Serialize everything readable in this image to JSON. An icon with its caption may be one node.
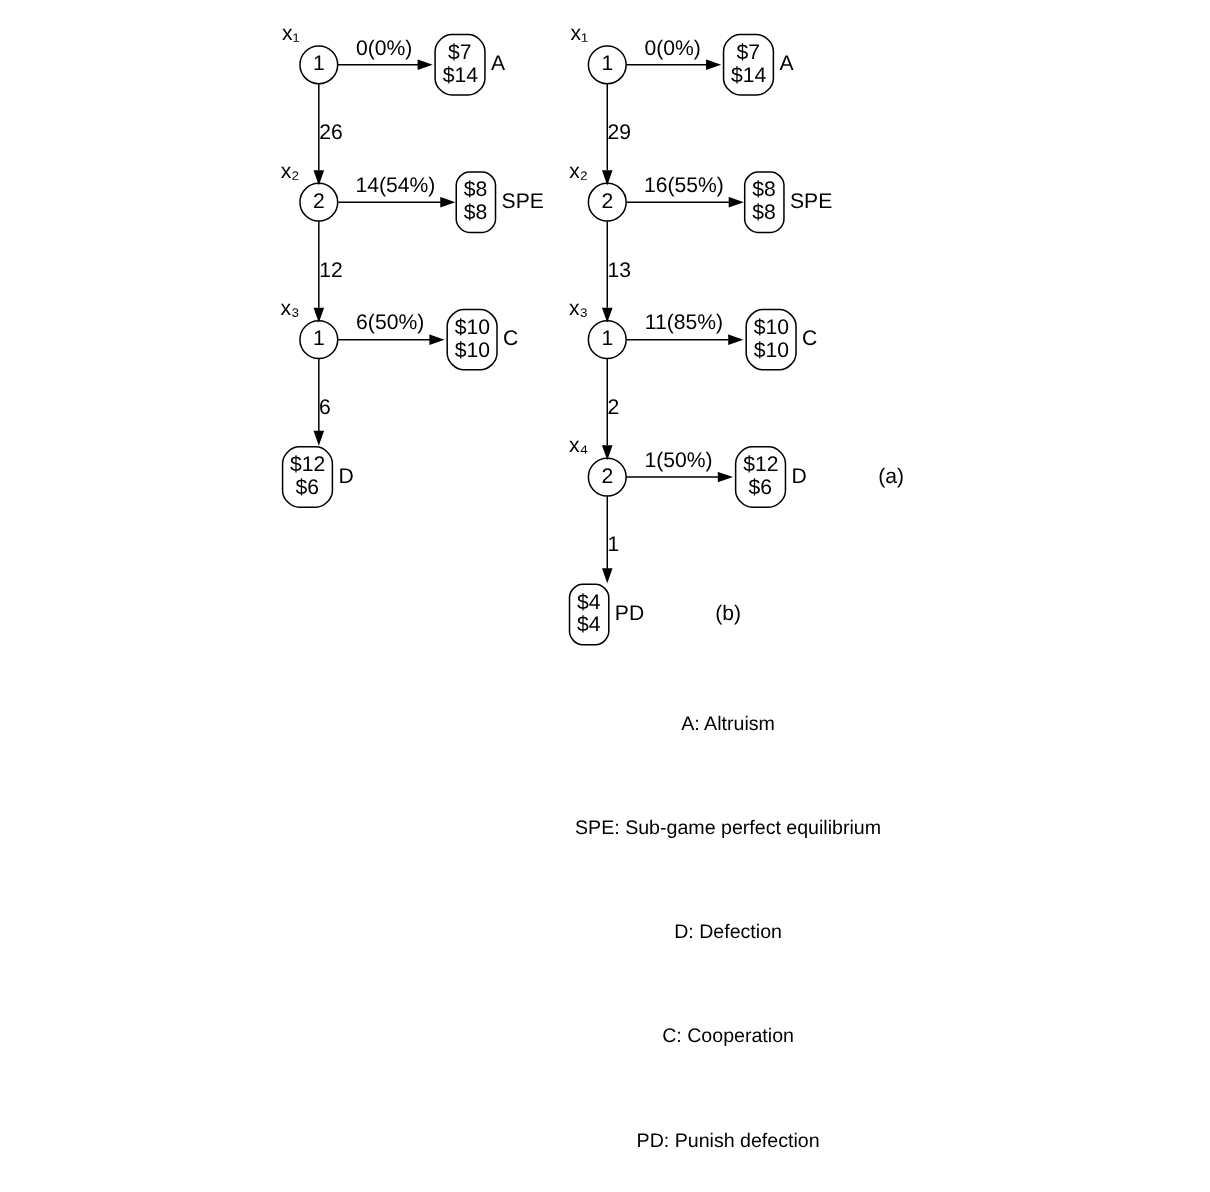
{
  "diagram": {
    "nodes": [
      {
        "text": [
          "1"
        ],
        "beside": [
          "x₁"
        ]
      },
      {
        "text": [
          "$7",
          "$14"
        ],
        "beside": [
          "A"
        ]
      },
      {
        "text": [
          "2"
        ],
        "beside": [
          "x₂"
        ]
      },
      {
        "text": [
          "$8",
          "$8"
        ],
        "beside": [
          "SPE"
        ]
      },
      {
        "text": [
          "1"
        ],
        "beside": [
          "x₃"
        ]
      },
      {
        "text": [
          "$10",
          "$10"
        ],
        "beside": [
          "C"
        ]
      },
      {
        "text": [
          "$12",
          "$6"
        ],
        "beside": [
          "D"
        ]
      },
      {
        "text": [
          "1"
        ],
        "beside": [
          "x₁"
        ]
      },
      {
        "text": [
          "$7",
          "$14"
        ],
        "beside": [
          "A"
        ]
      },
      {
        "text": [
          "2"
        ],
        "beside": [
          "x₂"
        ]
      },
      {
        "text": [
          "$8",
          "$8"
        ],
        "beside": [
          "SPE"
        ]
      },
      {
        "text": [
          "1"
        ],
        "beside": [
          "x₃"
        ]
      },
      {
        "text": [
          "$10",
          "$10"
        ],
        "beside": [
          "C"
        ]
      },
      {
        "text": [
          "2"
        ],
        "beside": [
          "x₄"
        ]
      },
      {
        "text": [
          "$12",
          "$6"
        ],
        "beside": [
          "D"
        ]
      },
      {
        "text": [
          "$4",
          "$4"
        ],
        "beside": [
          "PD"
        ]
      }
    ],
    "edges": [
      {
        "from": 0,
        "to": 1,
        "arrow": "to",
        "label": "0(0%)"
      },
      {
        "from": 0,
        "to": 2,
        "arrow": "to",
        "label": "26"
      },
      {
        "from": 2,
        "to": 3,
        "arrow": "to",
        "label": "14(54%)"
      },
      {
        "from": 2,
        "to": 4,
        "arrow": "to",
        "label": "12"
      },
      {
        "from": 4,
        "to": 5,
        "arrow": "to",
        "label": "6(50%)"
      },
      {
        "from": 4,
        "to": 6,
        "arrow": "to",
        "label": "6"
      },
      {
        "from": 7,
        "to": 8,
        "arrow": "to",
        "label": "0(0%)"
      },
      {
        "from": 7,
        "to": 9,
        "arrow": "to",
        "label": "29"
      },
      {
        "from": 9,
        "to": 10,
        "arrow": "to",
        "label": "16(55%)"
      },
      {
        "from": 9,
        "to": 11,
        "arrow": "to",
        "label": "13"
      },
      {
        "from": 11,
        "to": 12,
        "arrow": "to",
        "label": "11(85%)"
      },
      {
        "from": 11,
        "to": 13,
        "arrow": "to",
        "label": "2"
      },
      {
        "from": 13,
        "to": 14,
        "arrow": "to",
        "label": "1(50%)"
      },
      {
        "from": 13,
        "to": 15,
        "arrow": "to",
        "label": "1"
      }
    ],
    "labels": [
      "(a)",
      "(b)",
      "A: Altruism",
      "SPE: Sub-game perfect equilibrium",
      "D: Defection",
      "C: Cooperation",
      "PD: Punish defection"
    ]
  }
}
